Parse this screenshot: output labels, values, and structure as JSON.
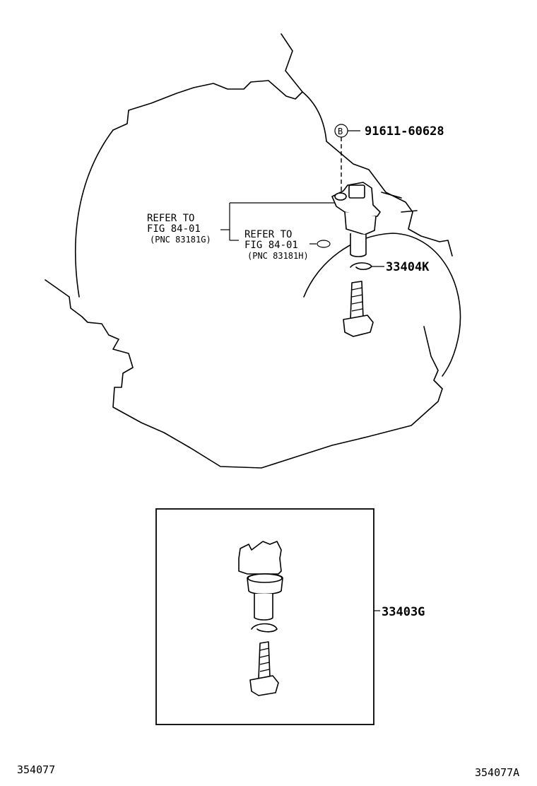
{
  "labels": {
    "bolt_part": "91611-60628",
    "bolt_marker": "B",
    "ring_part": "33404K",
    "kit_part": "33403G",
    "refer1_line1": "REFER TO",
    "refer1_line2": "FIG 84-01",
    "refer1_line3": "(PNC 83181G)",
    "refer2_line1": "REFER TO",
    "refer2_line2": "FIG 84-01",
    "refer2_line3": "(PNC 83181H)"
  },
  "footer": {
    "left_code": "354077",
    "right_code": "354077A"
  }
}
